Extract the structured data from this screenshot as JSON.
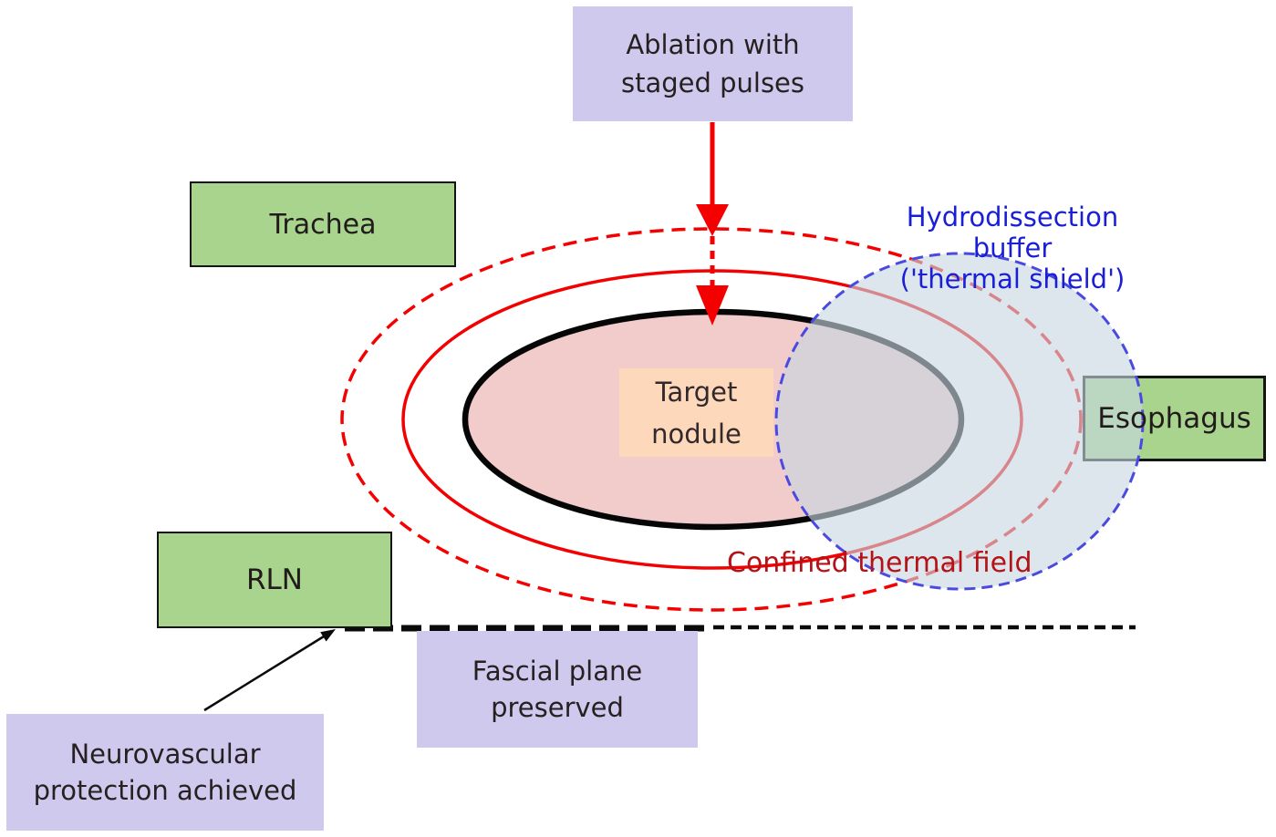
{
  "diagram": {
    "callouts": {
      "ablation": {
        "lines": [
          "Ablation with",
          "staged pulses"
        ]
      },
      "fascial": {
        "lines": [
          "Fascial plane",
          "preserved"
        ]
      },
      "neuro": {
        "lines": [
          "Neurovascular",
          "protection achieved"
        ]
      }
    },
    "anatomy": {
      "trachea": "Trachea",
      "rln": "RLN",
      "esophagus": "Esophagus"
    },
    "nodule_label": {
      "lines": [
        "Target",
        "nodule"
      ]
    },
    "annotations": {
      "hydro": {
        "lines": [
          "Hydrodissection",
          "buffer",
          "('thermal shield')"
        ]
      },
      "confined": "Confined thermal field"
    },
    "colors": {
      "callout_purple": "#cfc9ee",
      "anatomy_green": "#a8d48e",
      "nodule_pink": "#f2cbcb",
      "nodule_label_peach": "#fdd8bb",
      "thermal_red": "#f50000",
      "confined_text_red": "#b41216",
      "buffer_fill_blue": "#c7d7e0",
      "buffer_border_blue": "#4a4ae0",
      "hydro_text_blue": "#1a1fd6",
      "fascial_line_black": "#0a0a0a"
    }
  }
}
